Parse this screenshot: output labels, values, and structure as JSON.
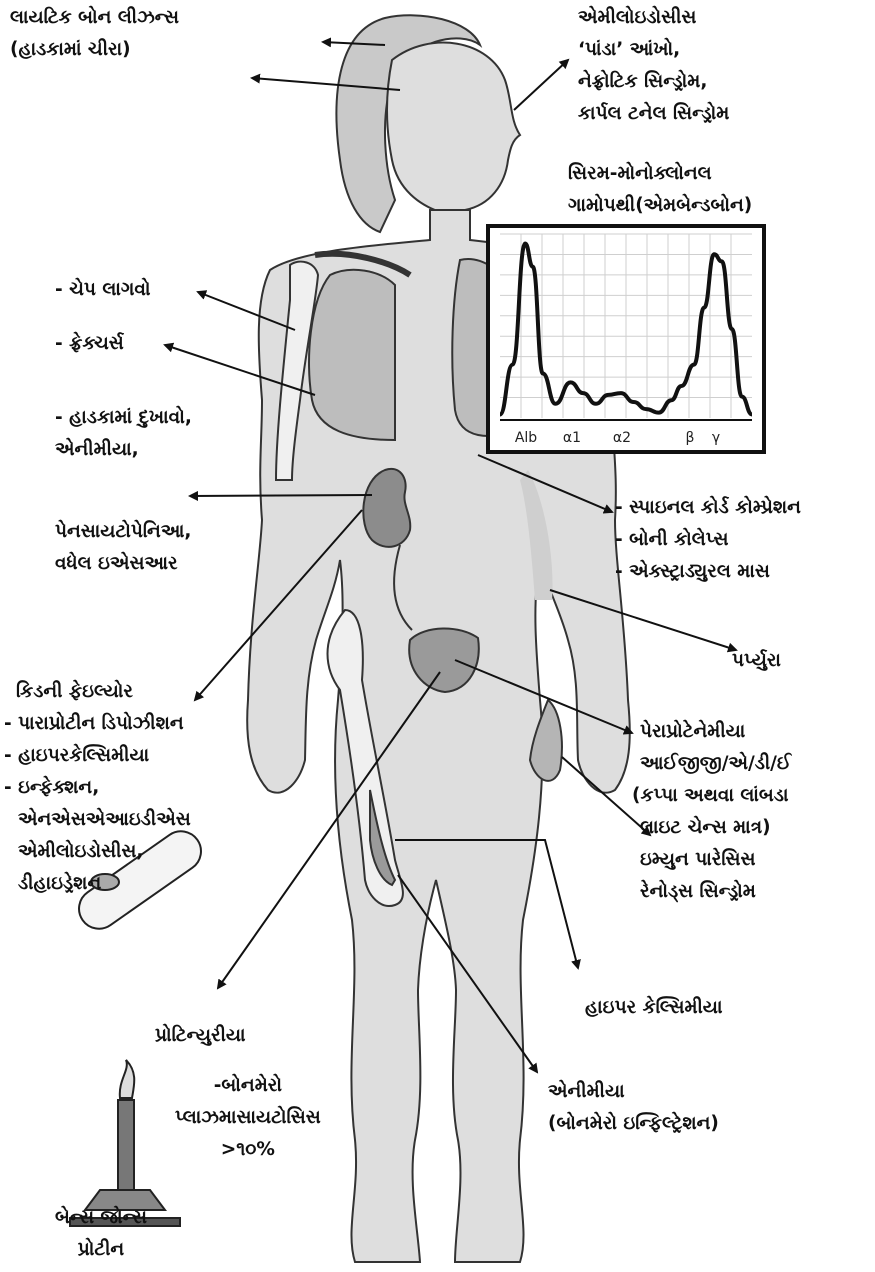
{
  "labels": {
    "lytic": [
      "લાયટિક બોન લીઝન્સ",
      "(હાડકામાં ચીરા)"
    ],
    "amyloid": [
      "એમીલોઇડોસીસ",
      "‘પાંડા’ આંખો,",
      "નેફ્રોટિક સિન્ડ્રોમ,",
      "કાર્પલ ટનેલ સિન્ડ્રોમ"
    ],
    "serum": [
      "સિરમ-મોનોક્લોનલ",
      "ગામોપથી(એમબેન્ડબોન)"
    ],
    "chest_l1": "- ચેપ લાગવો",
    "chest_l2": "- ફ્રેક્ચર્સ",
    "bone_pain": [
      "- હાડકામાં દુખાવો,",
      "એનીમીયા,"
    ],
    "pancyt": [
      "પેનસાયટોપેનિઆ,",
      "વધેલ ઇએસઆર"
    ],
    "spinal": [
      "- સ્પાઇનલ કોર્ડ કોમ્પ્રેશન",
      "- બોની કોલેપ્સ",
      "- એક્સ્ટ્રાડ્યુરલ માસ"
    ],
    "purpura": "પર્પ્યુરા",
    "kidney": [
      "કિડની ફેઇલ્યોર",
      "- પારાપ્રોટીન ડિપોઝીશન",
      "- હાઇપરકેલ્સિમીયા",
      "- ઇન્ફેક્શન,",
      "એનએસએઆઇડીએસ",
      "એમીલોઇડોસીસ,",
      "ડીહાઇડ્રેશન"
    ],
    "parapro": [
      "પેરાપ્રોટેનેમીયા",
      "આઈજીજી/એ/ડી/ઈ",
      "(કપ્પા અથવા લાંબડા",
      "લાઇટ ચેન્સ માત્ર)",
      "ઇમ્યુન પારેસિસ",
      "રેનોડ્સ સિન્ડ્રોમ"
    ],
    "hypercal": "હાઇપર કેલ્સિમીયા",
    "proteinuria": "પ્રોટિન્યુરીયા",
    "marrow": [
      "-બોનમેરો",
      "પ્લાઝમાસાયટોસિસ",
      ">૧૦%"
    ],
    "anemia2": [
      "એનીમીયા",
      "(બોનમેરો ઇન્ફિલ્ટ્રેશન)"
    ],
    "bence": [
      "બેન્સ જોન્સ",
      "પ્રોટીન"
    ]
  },
  "chart_data": {
    "type": "line",
    "title": "",
    "xlabel": "",
    "ylabel": "",
    "categories": [
      "Alb",
      "α1",
      "α2",
      "β",
      "γ"
    ],
    "x": [
      0,
      0.05,
      0.1,
      0.13,
      0.17,
      0.22,
      0.28,
      0.33,
      0.38,
      0.43,
      0.48,
      0.53,
      0.58,
      0.63,
      0.68,
      0.72,
      0.77,
      0.81,
      0.85,
      0.88,
      0.92,
      0.96,
      1.0
    ],
    "y": [
      0.02,
      0.3,
      0.98,
      0.85,
      0.25,
      0.08,
      0.2,
      0.14,
      0.08,
      0.13,
      0.14,
      0.09,
      0.05,
      0.03,
      0.1,
      0.18,
      0.3,
      0.62,
      0.92,
      0.88,
      0.5,
      0.12,
      0.02
    ],
    "grid": true
  }
}
